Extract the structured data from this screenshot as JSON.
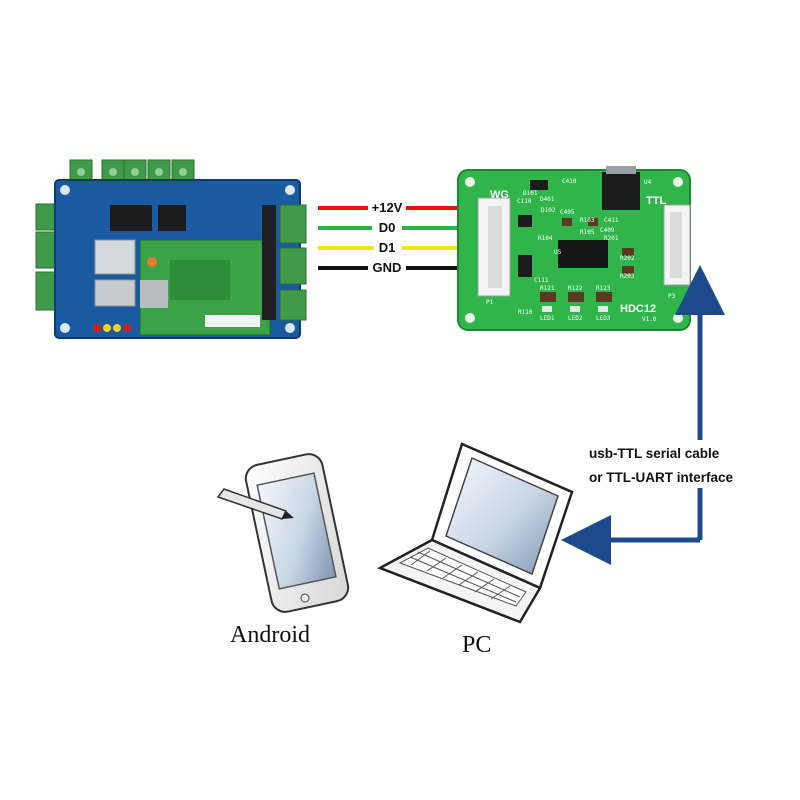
{
  "wires": [
    {
      "label": "+12V",
      "color": "#e8130f"
    },
    {
      "label": "D0",
      "color": "#27b548"
    },
    {
      "label": "D1",
      "color": "#f3e60c"
    },
    {
      "label": "GND",
      "color": "#111111"
    }
  ],
  "converter_board": {
    "port_left": "WG",
    "port_right": "TTL",
    "model": "HDC12",
    "version": "V1.0",
    "connector_left": "P1",
    "connector_right": "P3",
    "chip": "U4",
    "silkscreen": [
      "C410",
      "D401",
      "D101",
      "C110",
      "D102",
      "R103",
      "C405",
      "R105",
      "C409",
      "R104",
      "R201",
      "U5",
      "R202",
      "C411",
      "R203",
      "R121",
      "R122",
      "R123",
      "R110",
      "C111",
      "LED1",
      "LED2",
      "LED3"
    ]
  },
  "connection": {
    "line1": "usb-TTL serial cable",
    "line2": "or  TTL-UART interface"
  },
  "devices": {
    "android": "Android",
    "pc": "PC"
  },
  "colors": {
    "pcb_green": "#2fb54a",
    "controller_blue": "#1a5aa0",
    "arrow_blue": "#1c4a8c"
  }
}
